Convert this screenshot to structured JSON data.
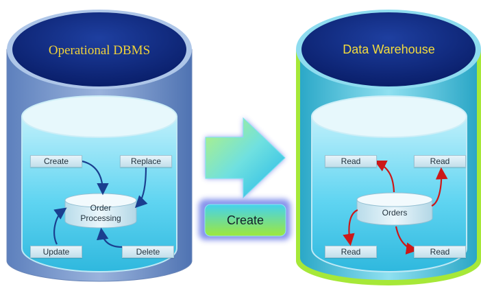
{
  "operational": {
    "title": "Operational DBMS",
    "center": "Order\nProcessing",
    "create": "Create",
    "replace": "Replace",
    "update": "Update",
    "delete": "Delete"
  },
  "warehouse": {
    "title": "Data Warehouse",
    "center": "Orders",
    "read_top_left": "Read",
    "read_top_right": "Read",
    "read_bottom_left": "Read",
    "read_bottom_right": "Read"
  },
  "create_button": "Create",
  "colors": {
    "navy": "#0c2a80",
    "left_body": "#3b62a8",
    "right_body": "#38b6d0",
    "right_rim": "#9be030",
    "cyan": "#5ad3f0",
    "title_yellow": "#f0d23a",
    "arrow_blue": "#1a3f8f",
    "arrow_red": "#cc1818"
  }
}
